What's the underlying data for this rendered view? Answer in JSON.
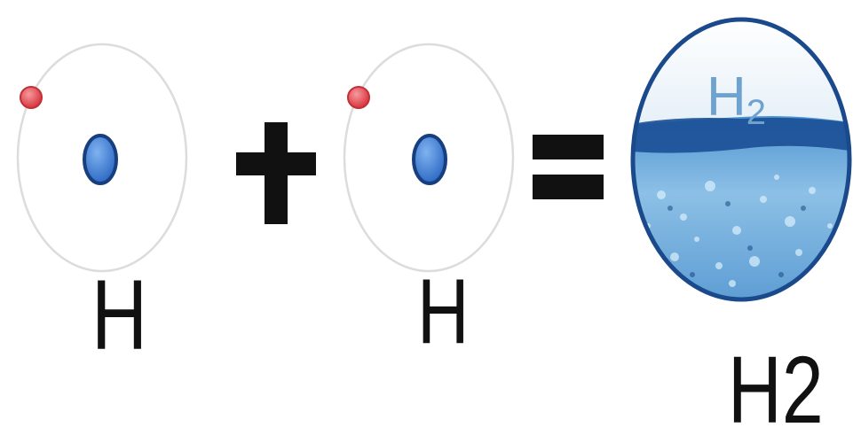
{
  "equation": {
    "reactant_1": {
      "label": "H"
    },
    "operator_plus": "+",
    "reactant_2": {
      "label": "H"
    },
    "operator_equals": "=",
    "product": {
      "badge_text": "H",
      "badge_subscript": "2",
      "label": "H2"
    }
  },
  "colors": {
    "electron": "#e8525a",
    "nucleus": "#3f7fd6",
    "orbit": "#d9d9d9",
    "symbol": "#111111",
    "bubble": "#1f5ea8"
  },
  "icons": [
    "hydrogen-atom-icon",
    "plus-icon",
    "equals-icon",
    "hydrogen-molecule-bubble-icon"
  ]
}
